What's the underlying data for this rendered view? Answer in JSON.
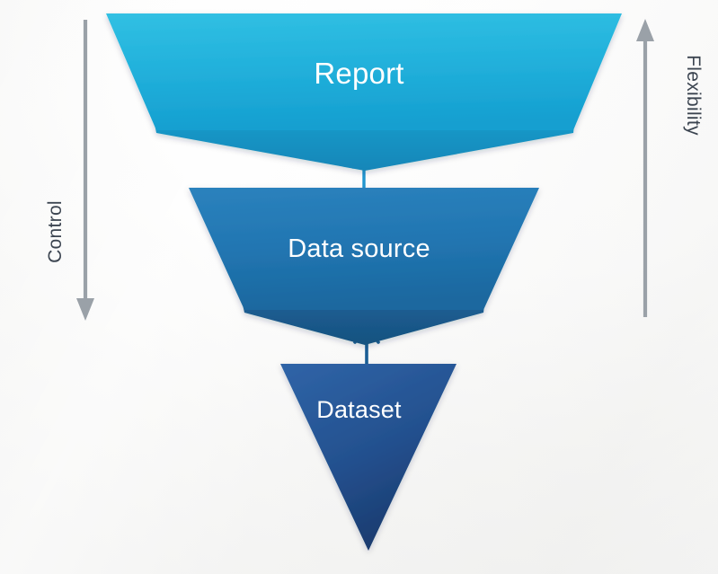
{
  "diagram": {
    "title": "Inverted funnel: Dataset to Data source to Report",
    "background_color": "#f5f5f4",
    "axes": [
      {
        "name": "control-axis",
        "label": "Control",
        "direction": "down",
        "arrow_color": "#9aa1a8",
        "text_color": "#3b4450",
        "side": "left"
      },
      {
        "name": "flexibility-axis",
        "label": "Flexibility",
        "direction": "up",
        "arrow_color": "#9aa1a8",
        "text_color": "#3b4450",
        "side": "right"
      }
    ],
    "stages": [
      {
        "id": "report",
        "label": "Report",
        "level": 3,
        "shape": "trapezoid",
        "fill_top": "#2cb9e0",
        "fill_bottom": "#1aa7d4",
        "bevel_color": "#1690c2",
        "text_color": "#ffffff"
      },
      {
        "id": "data-source",
        "label": "Data source",
        "level": 2,
        "shape": "trapezoid",
        "fill_top": "#2277b4",
        "fill_bottom": "#1d6ca8",
        "bevel_color": "#1b5f95",
        "text_color": "#ffffff"
      },
      {
        "id": "dataset",
        "label": "Dataset",
        "level": 1,
        "shape": "triangle",
        "fill_top": "#2a5a9c",
        "fill_bottom": "#1b3c72",
        "bevel_color": "#17315f",
        "text_color": "#ffffff"
      }
    ],
    "connectors": [
      {
        "name": "dataset-to-data-source",
        "from": "dataset",
        "to": "data-source",
        "direction": "up",
        "color": "#1b5f95"
      },
      {
        "name": "data-source-to-report",
        "from": "data-source",
        "to": "report",
        "direction": "up",
        "color": "#2196cf"
      }
    ]
  }
}
